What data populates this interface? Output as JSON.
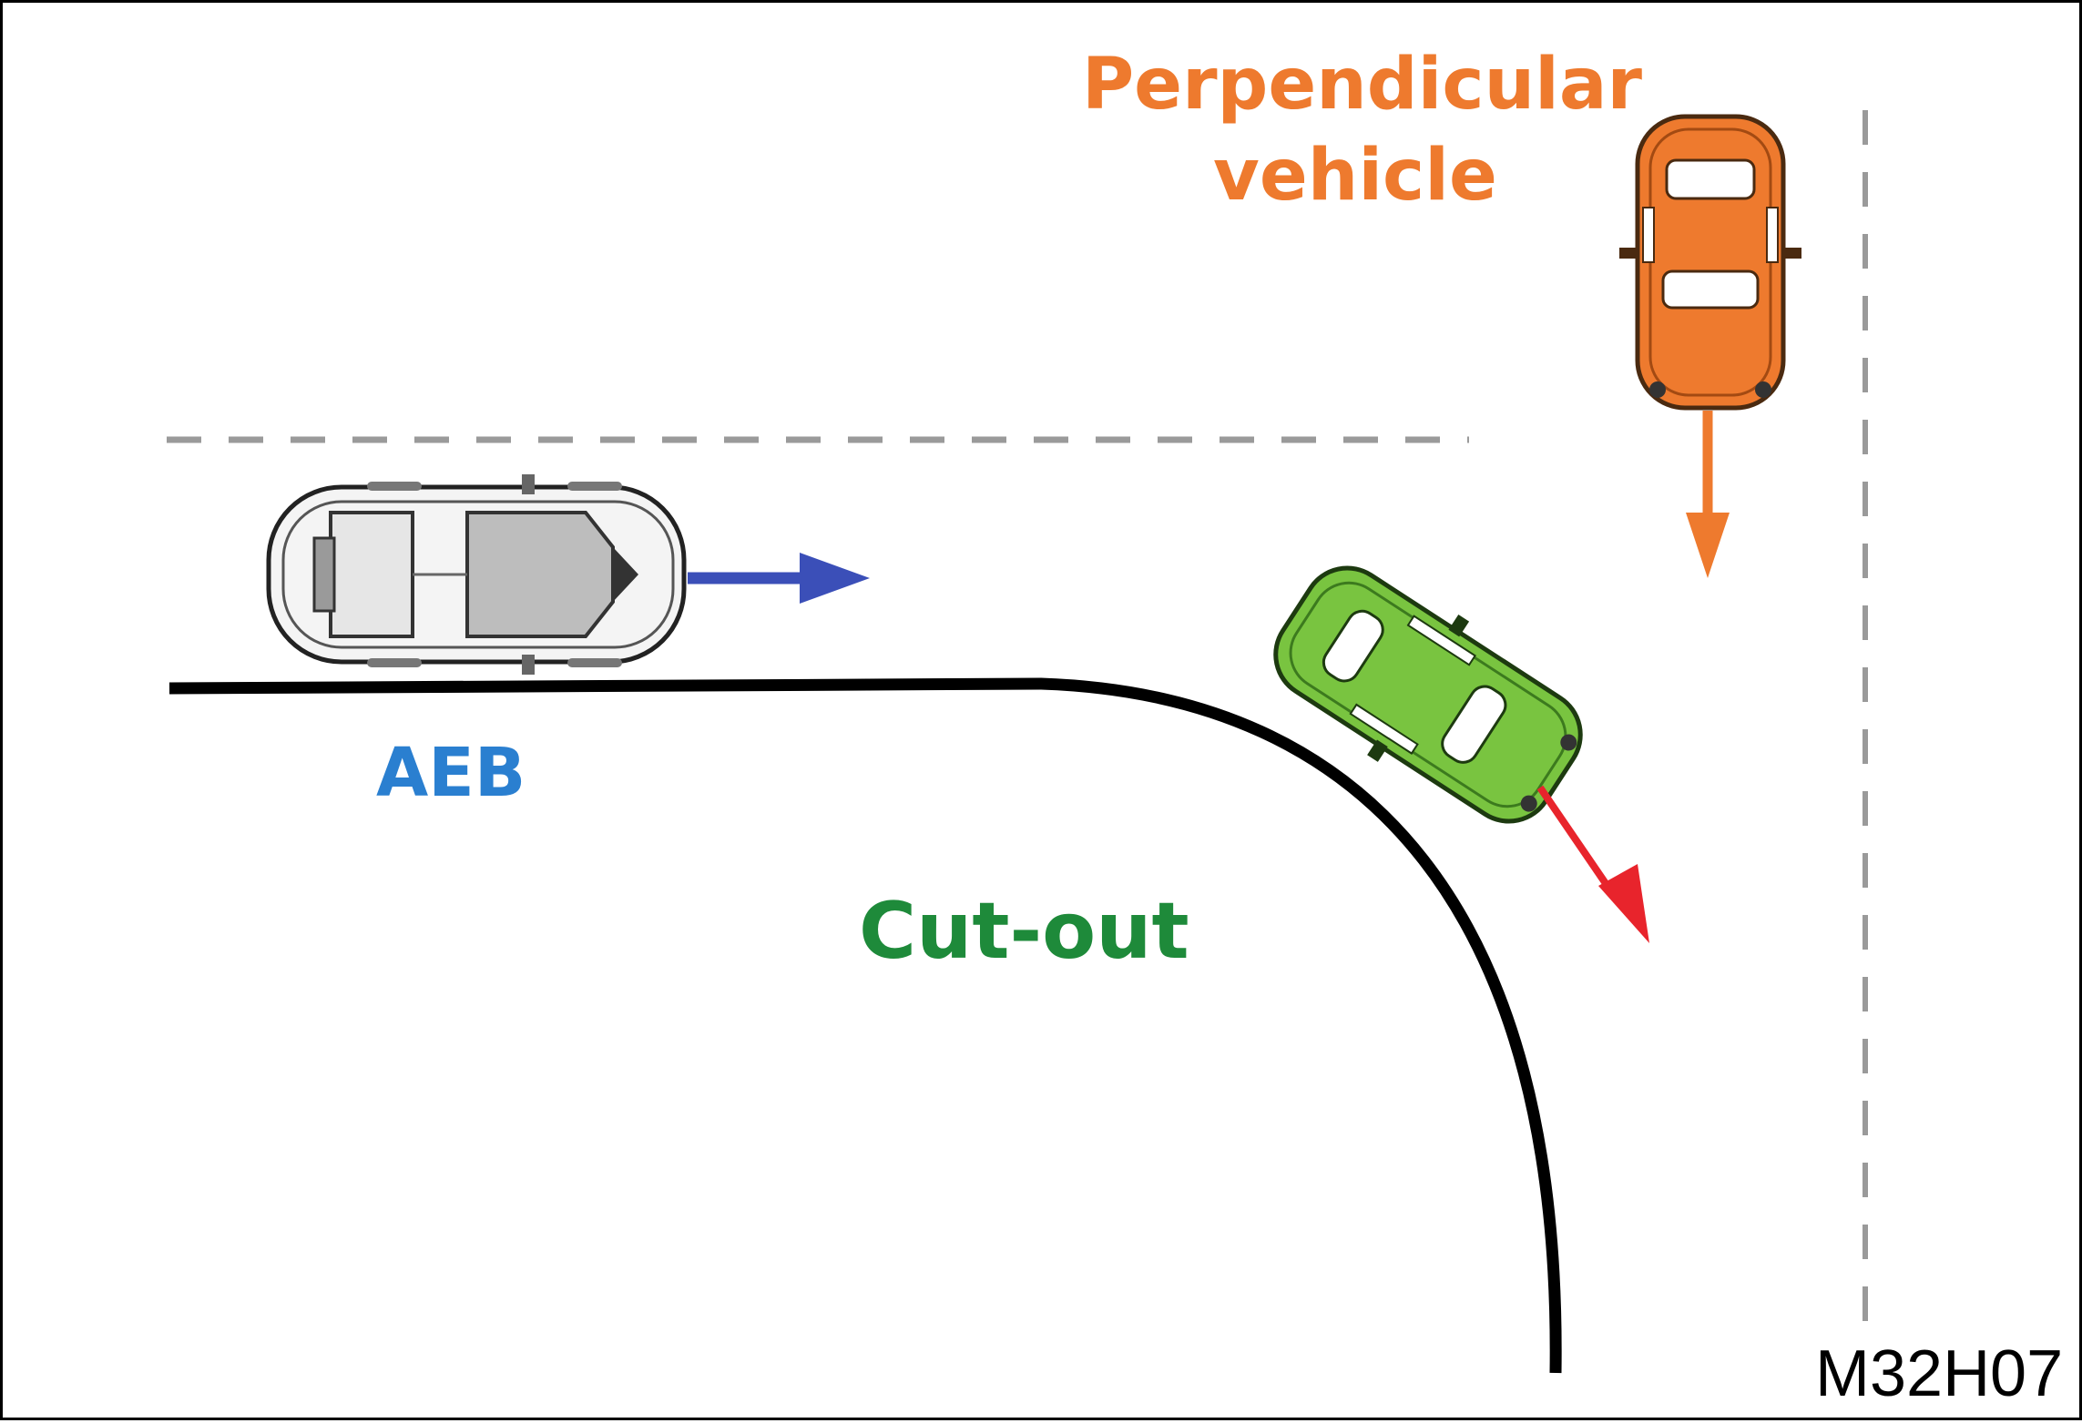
{
  "labels": {
    "perpendicular_line1": "Perpendicular",
    "perpendicular_line2": "vehicle",
    "aeb": "AEB",
    "cut_out": "Cut-out",
    "figure_code": "M32H07"
  },
  "colors": {
    "perpendicular": "#ee7a2e",
    "aeb": "#2a7fd0",
    "cut_out": "#1e8a3a",
    "aeb_arrow": "#3b4fb8",
    "cut_out_arrow": "#e8242c",
    "perpendicular_arrow": "#ee7a2e",
    "lane_dash": "#9a9a9a",
    "road_edge": "#000000",
    "aeb_car_body": "#f2f2f2",
    "cut_out_car_body": "#79c440",
    "perpendicular_car_body": "#ee7a2e"
  },
  "icons": {
    "aeb_vehicle": "car-top-view-icon",
    "cut_out_vehicle": "car-top-view-icon",
    "perpendicular_vehicle": "car-top-view-icon"
  }
}
